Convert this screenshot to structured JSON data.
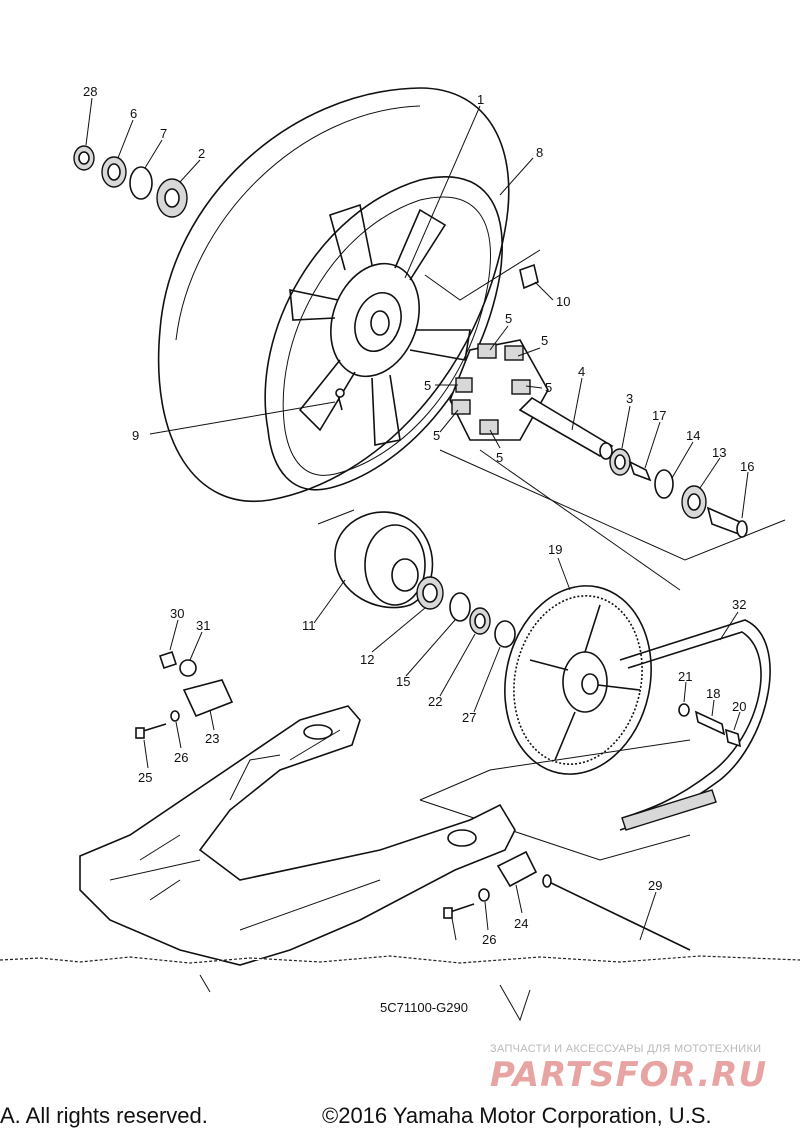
{
  "diagram": {
    "code": "5C71100-G290",
    "callouts": [
      "28",
      "6",
      "7",
      "2",
      "1",
      "8",
      "10",
      "5",
      "5",
      "5",
      "5",
      "5",
      "5",
      "4",
      "3",
      "17",
      "14",
      "13",
      "16",
      "9",
      "11",
      "12",
      "15",
      "22",
      "27",
      "19",
      "32",
      "21",
      "18",
      "20",
      "30",
      "31",
      "23",
      "25",
      "26",
      "29",
      "24",
      "26"
    ]
  },
  "watermark": {
    "tagline": "ЗАПЧАСТИ И АКСЕССУАРЫ ДЛЯ МОТОТЕХНИКИ",
    "logo": "PARTSFOR.RU"
  },
  "footer": {
    "copyright_left": "A. All rights reserved.",
    "copyright_right": "©2016 Yamaha Motor Corporation, U.S."
  },
  "colors": {
    "ink": "#111111",
    "watermark_logo": "#e8a3a3",
    "watermark_text": "#b9b9b9"
  }
}
